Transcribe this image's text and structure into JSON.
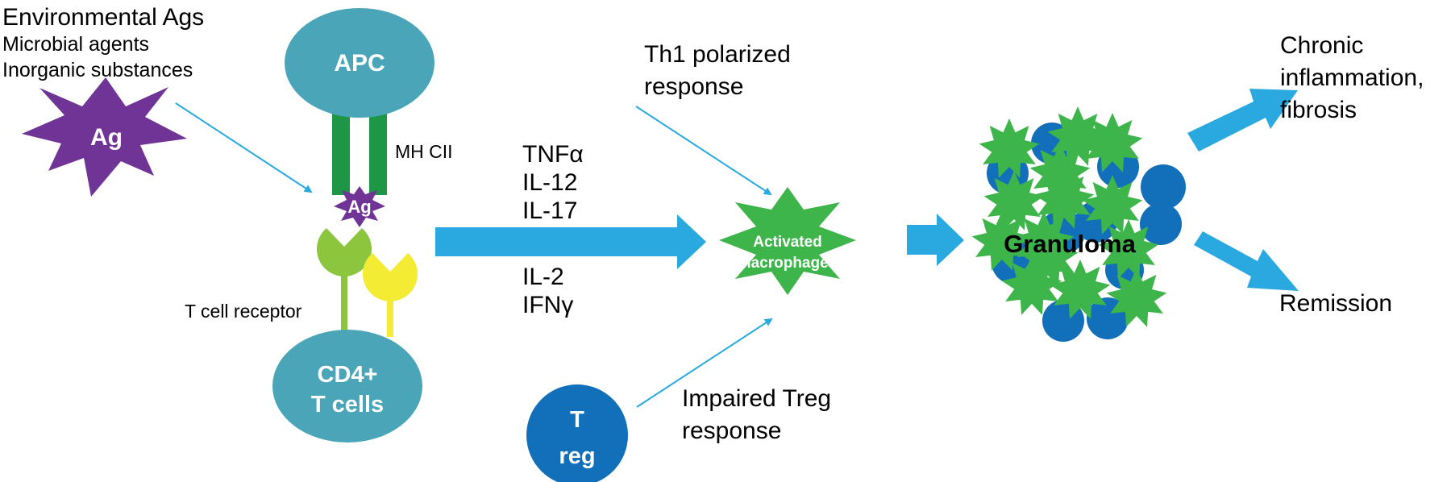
{
  "source_note": {
    "title": "Environmental Ags",
    "line1": "Microbial agents",
    "line2": "Inorganic substances"
  },
  "antigen_large": "Ag",
  "antigen_small": "Ag",
  "apc": "APC",
  "mhc": "MH CII",
  "tcr": "T cell receptor",
  "cd4": {
    "line1": "CD4+",
    "line2": "T cells"
  },
  "cytokines": [
    "TNFα",
    "IL-12",
    "IL-17",
    "IL-2",
    "IFNγ"
  ],
  "th1": {
    "line1": "Th1 polarized",
    "line2": "response"
  },
  "macrophages": {
    "line1": "Activated",
    "line2": "Macrophages"
  },
  "treg": {
    "line1": "T",
    "line2": "reg"
  },
  "impaired_treg": {
    "line1": "Impaired Treg",
    "line2": "response"
  },
  "granuloma": "Granuloma",
  "outcomes": {
    "chronic": [
      "Chronic",
      "inflammation,",
      "fibrosis"
    ],
    "remission": "Remission"
  },
  "colors": {
    "teal": "#4aa5b8",
    "purple": "#703497",
    "green_star": "#3db54a",
    "blue_cell": "#126fb9",
    "arrow": "#29a9e0",
    "mhc_green": "#1d9646",
    "tcr_green": "#8cc63f",
    "tcr_yellow": "#f4eb34"
  }
}
